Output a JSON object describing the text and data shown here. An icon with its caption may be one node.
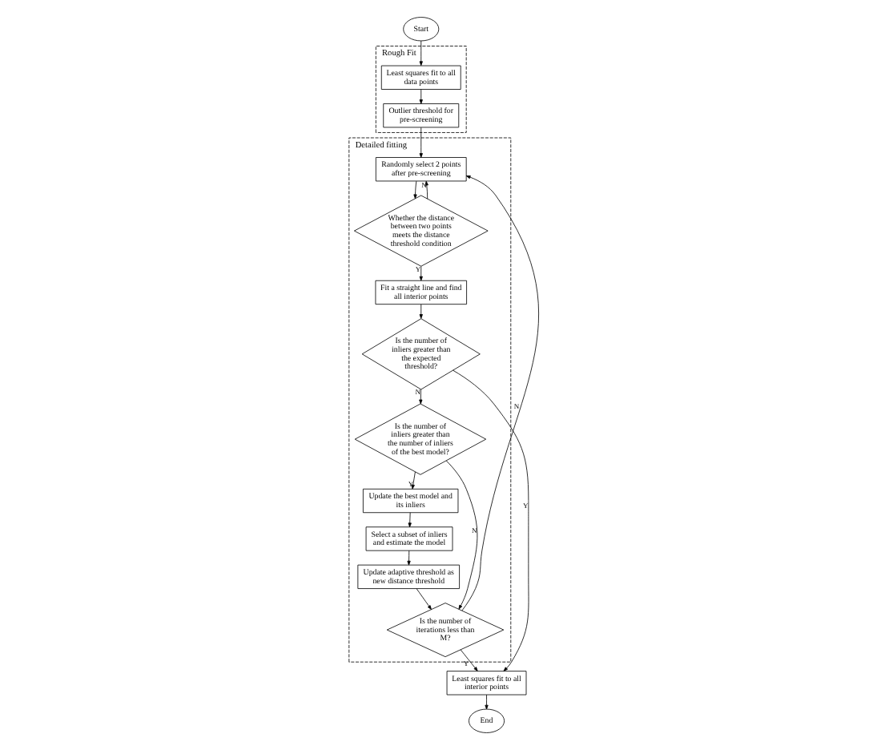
{
  "diagram": {
    "nodes": [
      {
        "text": [
          "Start"
        ]
      },
      {
        "text": [
          "Rough Fit"
        ]
      },
      {
        "text": [
          "Least squares fit to all data points"
        ],
        "in": 1
      },
      {
        "text": [
          "Outlier threshold for pre-screening"
        ],
        "in": 1
      },
      {
        "text": [
          "Detailed fitting"
        ]
      },
      {
        "text": [
          "Randomly select 2 points after pre-screening"
        ],
        "in": 4
      },
      {
        "text": [
          "Whether the distance between two points meets the distance threshold condition"
        ],
        "in": 4
      },
      {
        "text": [
          "Fit a straight line and find all interior points"
        ],
        "in": 4
      },
      {
        "text": [
          "Is the number of inliers greater than the expected threshold?"
        ],
        "in": 4
      },
      {
        "text": [
          "Is the number of inliers greater than the number of inliers of the best model?"
        ],
        "in": 4
      },
      {
        "text": [
          "Update the best model and its inliers"
        ],
        "in": 4
      },
      {
        "text": [
          "Select a subset of inliers and estimate the model"
        ],
        "in": 4
      },
      {
        "text": [
          "Update adaptive threshold as new distance threshold"
        ],
        "in": 4
      },
      {
        "text": [
          "Is the number of iterations less than M?"
        ],
        "in": 4
      },
      {
        "text": [
          "Least squares fit to all interior points"
        ]
      },
      {
        "text": [
          "End"
        ]
      }
    ],
    "edges": [
      {
        "from": 0,
        "to": 2,
        "arrow": "to"
      },
      {
        "from": 2,
        "to": 3,
        "arrow": "to"
      },
      {
        "from": 3,
        "to": 5,
        "arrow": "to"
      },
      {
        "from": 5,
        "to": 6,
        "arrow": "to"
      },
      {
        "from": 6,
        "to": 7,
        "arrow": "to",
        "label": "Y"
      },
      {
        "from": 6,
        "to": 5,
        "arrow": "to",
        "label": "N"
      },
      {
        "from": 7,
        "to": 8,
        "arrow": "to"
      },
      {
        "from": 8,
        "to": 9,
        "arrow": "to",
        "label": "N"
      },
      {
        "from": 8,
        "to": 14,
        "arrow": "to",
        "label": "Y"
      },
      {
        "from": 9,
        "to": 10,
        "arrow": "to",
        "label": "Y"
      },
      {
        "from": 9,
        "to": 13,
        "arrow": "to",
        "label": "N"
      },
      {
        "from": 10,
        "to": 11,
        "arrow": "to"
      },
      {
        "from": 11,
        "to": 12,
        "arrow": "to"
      },
      {
        "from": 12,
        "to": 13,
        "arrow": "to"
      },
      {
        "from": 13,
        "to": 5,
        "arrow": "to",
        "label": "N"
      },
      {
        "from": 13,
        "to": 14,
        "arrow": "to",
        "label": "Y"
      },
      {
        "from": 14,
        "to": 15,
        "arrow": "to"
      }
    ]
  }
}
